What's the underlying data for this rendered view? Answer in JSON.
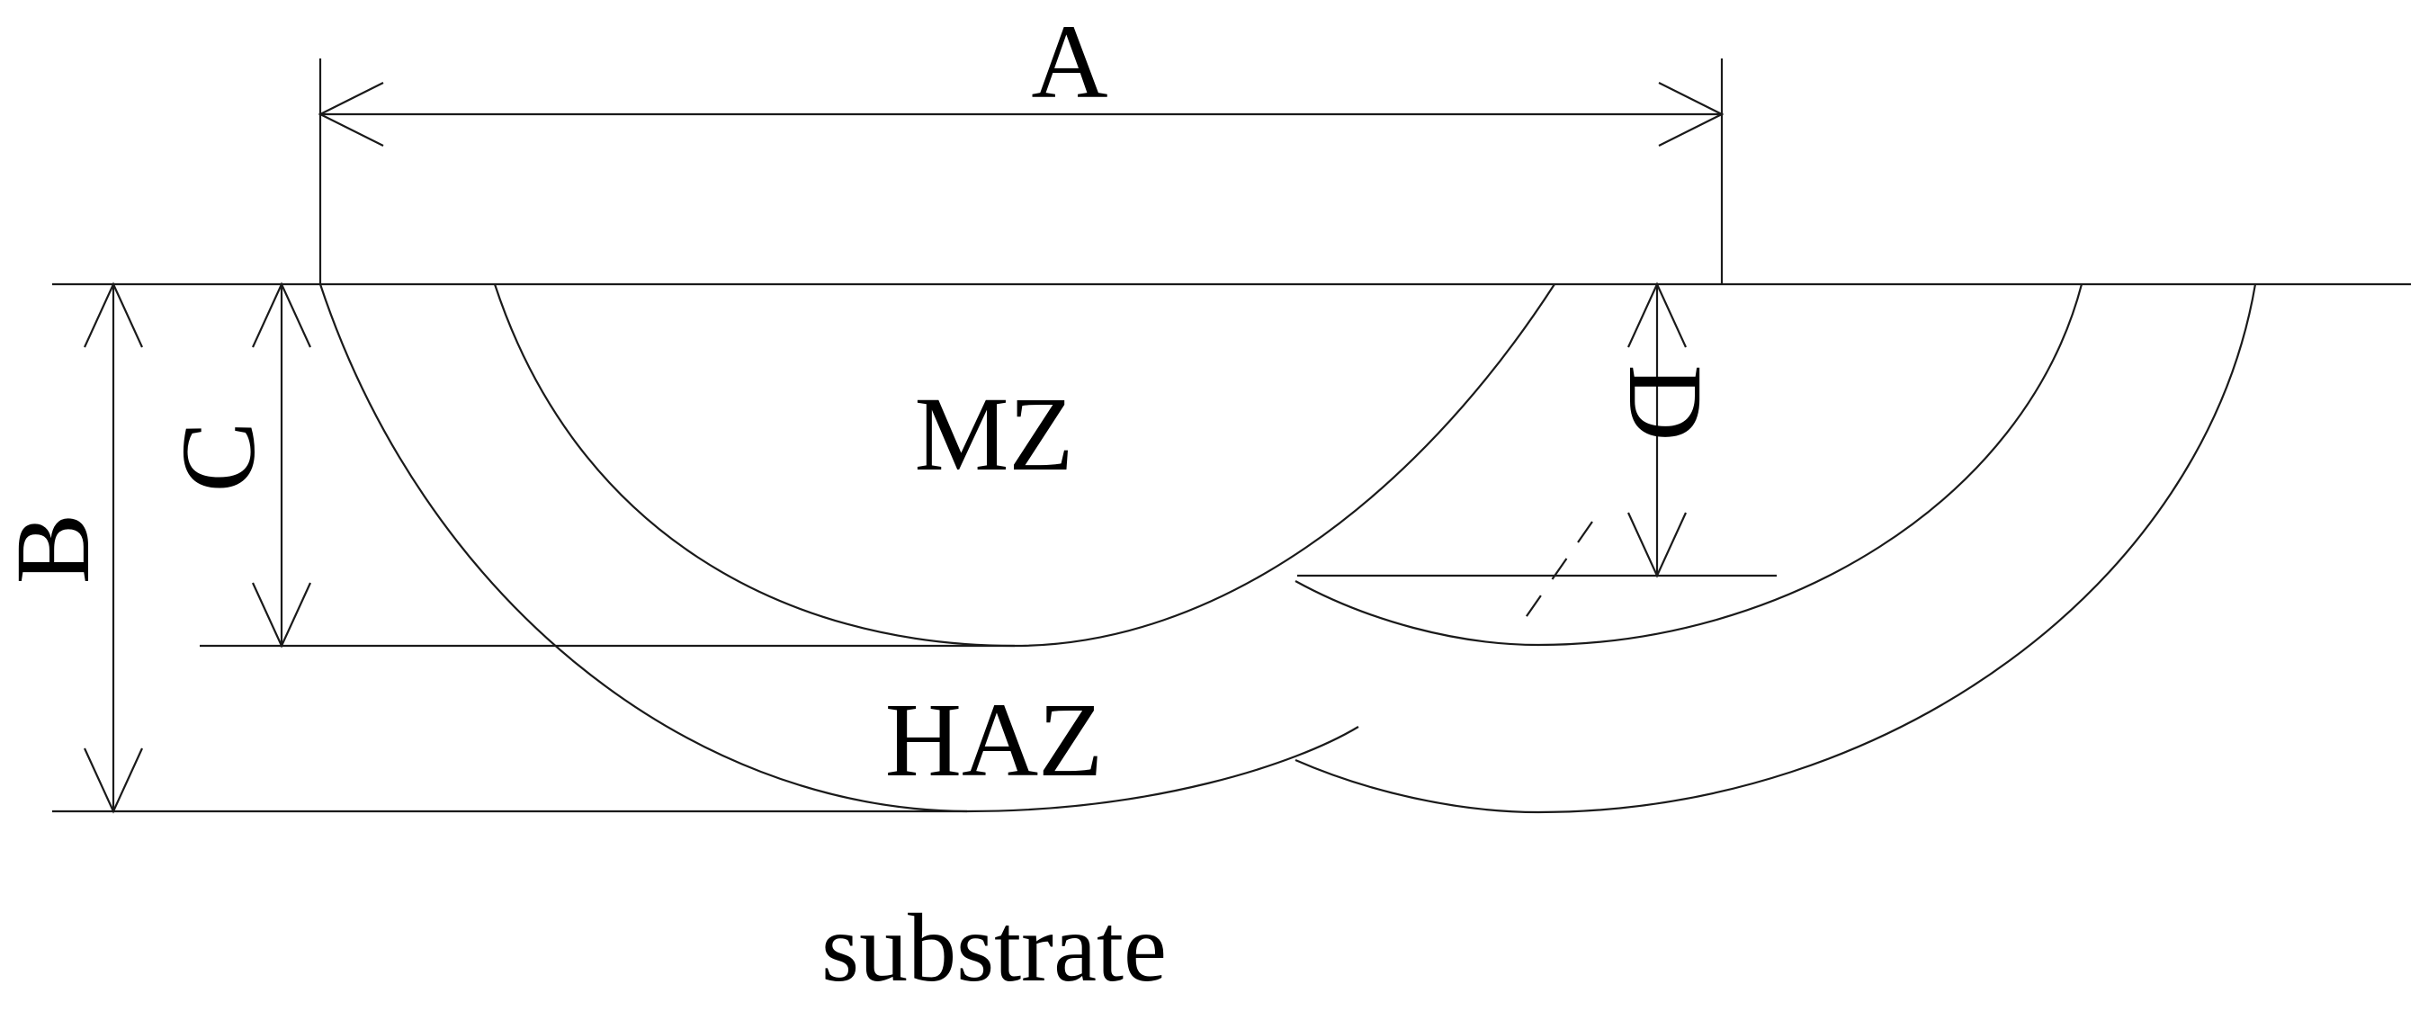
{
  "diagram": {
    "labels": {
      "a": "A",
      "b": "B",
      "c": "C",
      "d": "D",
      "mz": "MZ",
      "haz": "HAZ",
      "substrate": "substrate"
    }
  }
}
